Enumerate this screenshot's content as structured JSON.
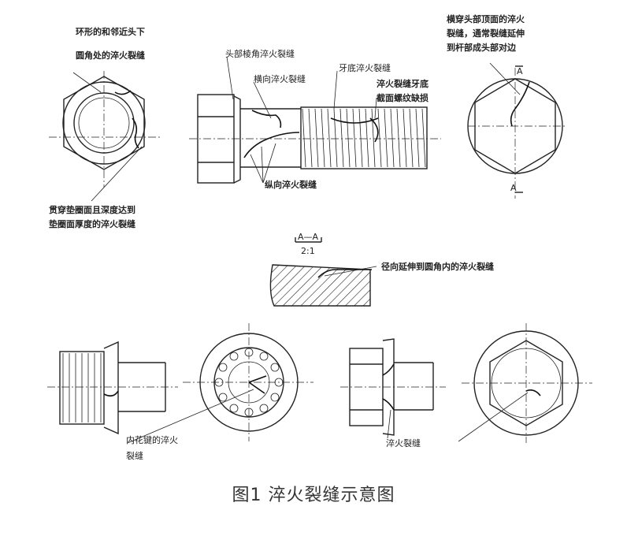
{
  "labels": {
    "ring_crack": [
      "环形的和邻近头下",
      "圆角处的淬火裂缝"
    ],
    "head_edge_crack": "头部棱角淬火裂缝",
    "transverse_crack": "横向淬火裂缝",
    "thread_root_crack": "牙底淬火裂缝",
    "thread_section_crack": [
      "淬火裂缝牙底",
      "截面螺纹缺损"
    ],
    "longitudinal_crack": "纵向淬火裂缝",
    "washer_crack": [
      "贯穿垫圈面且深度达到",
      "垫圈面厚度的淬火裂缝"
    ],
    "through_head_crack": [
      "横穿头部顶面的淬火",
      "裂缝，通常裂缝延伸",
      "到杆部成头部对边"
    ],
    "section_a": "A",
    "section_title": "A—A",
    "section_scale": "2:1",
    "radial_crack": "径向延伸到圆角内的淬火裂缝",
    "socket_crack": [
      "内花键的淬火",
      "裂缝"
    ],
    "flange_crack": "淬火裂缝"
  },
  "caption": "图1 淬火裂缝示意图"
}
